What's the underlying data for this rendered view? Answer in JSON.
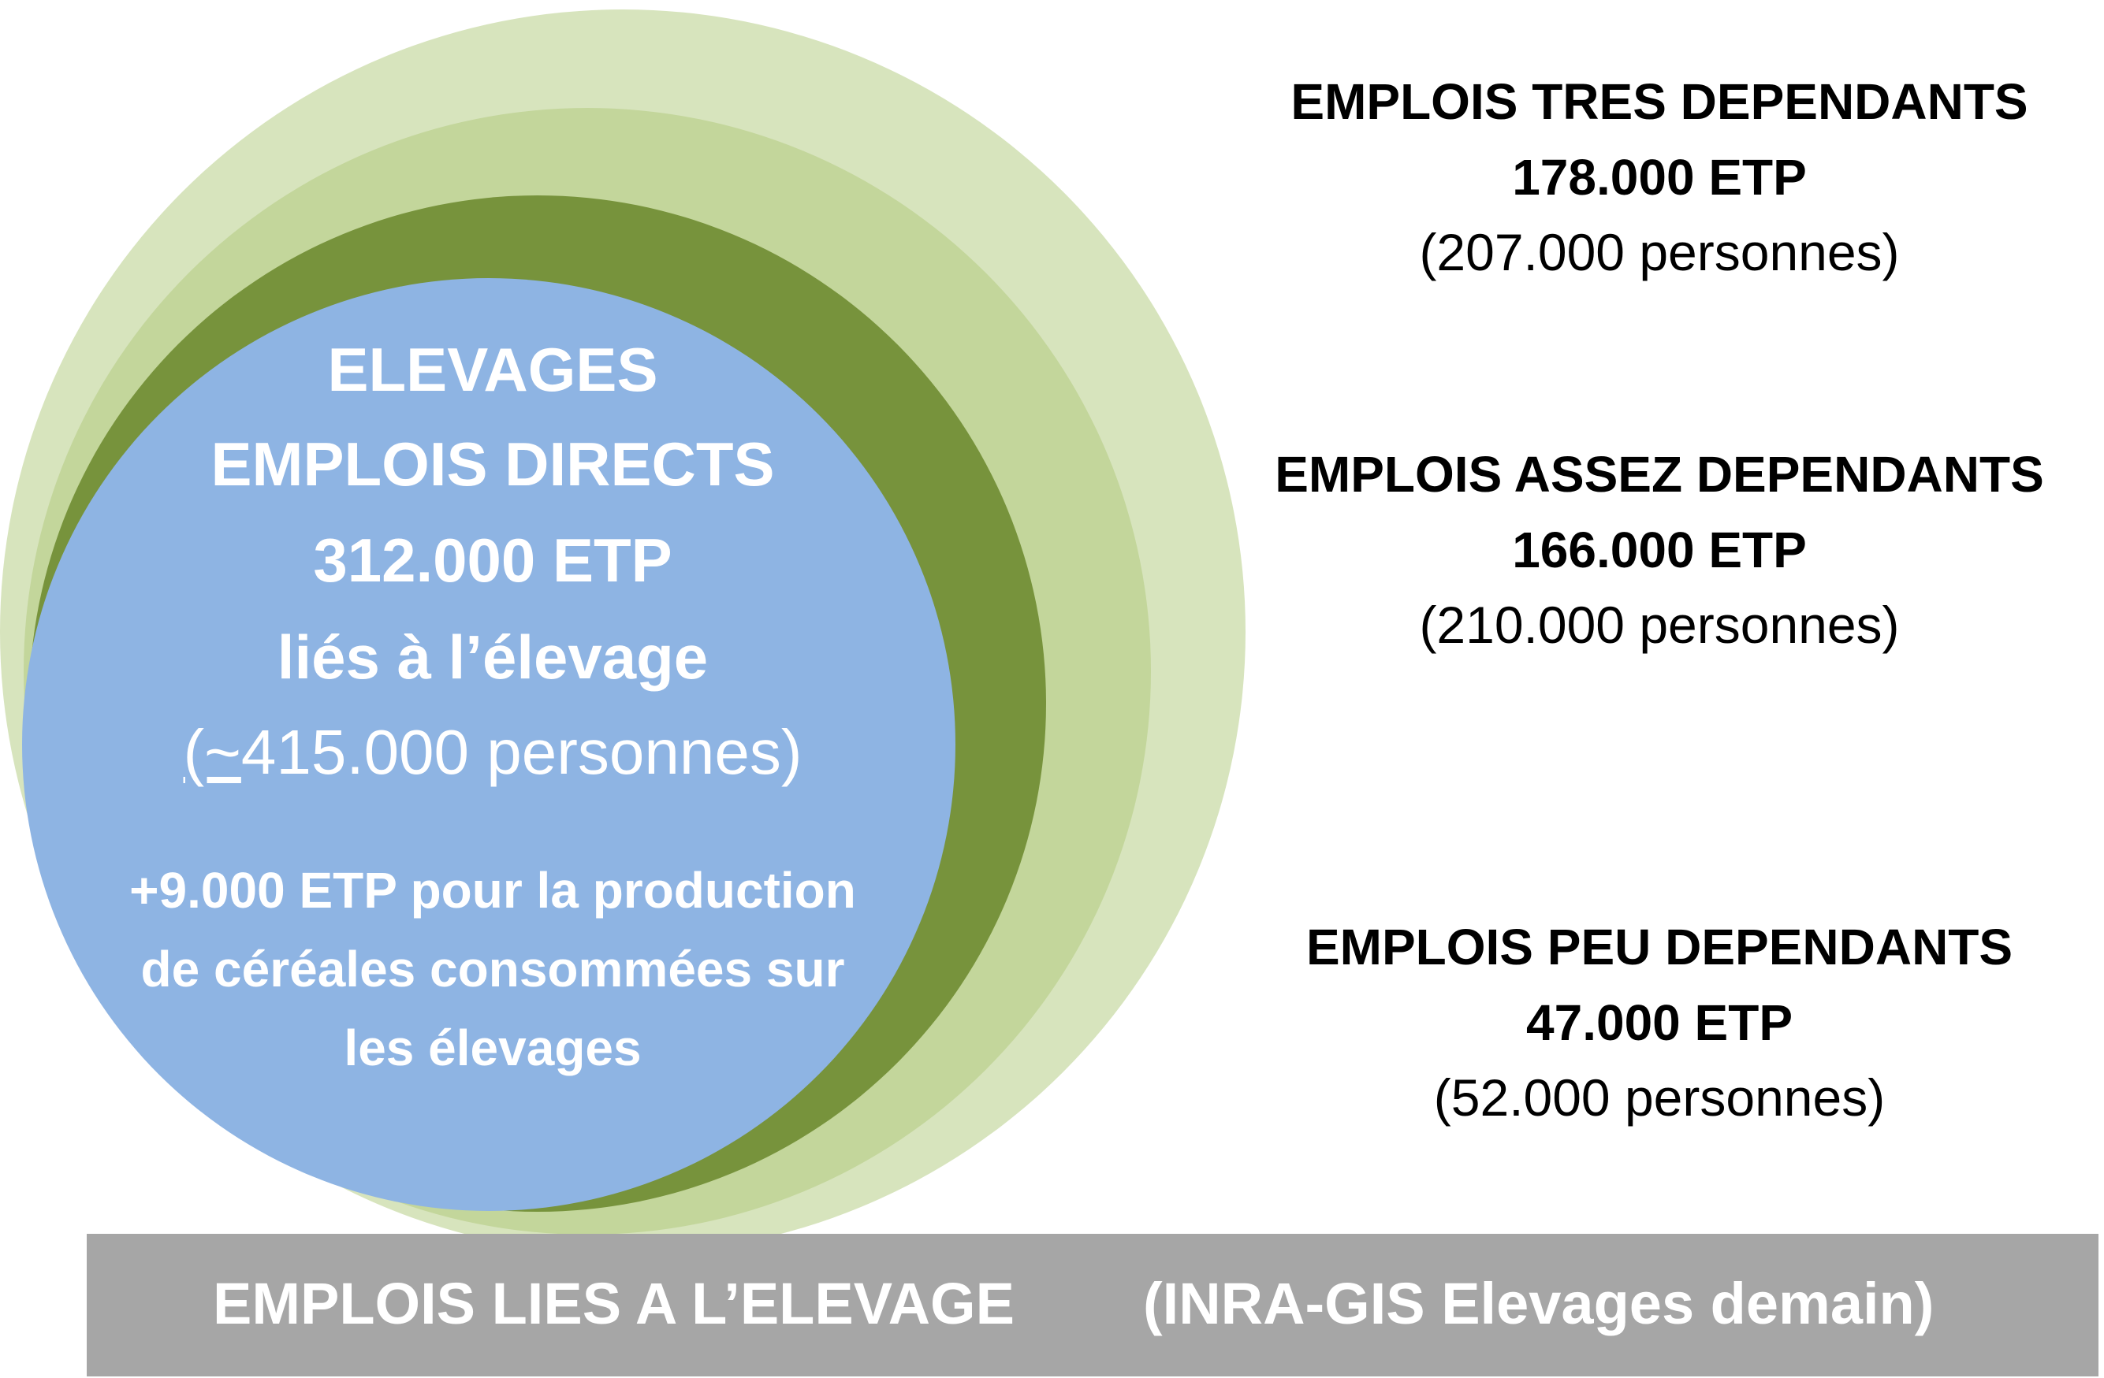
{
  "center": {
    "title1": "ELEVAGES",
    "title2": "EMPLOIS DIRECTS",
    "etp": "312.000 ETP",
    "lies": "liés à l’élevage",
    "pers_tilde": "(~",
    "pers_rest": "415.000 personnes)",
    "note1": "+9.000 ETP pour la production",
    "note2": "de céréales consommées sur",
    "note3": "les élevages"
  },
  "groups": [
    {
      "title": "EMPLOIS TRES DEPENDANTS",
      "etp": "178.000 ETP",
      "personnes": "(207.000 personnes)"
    },
    {
      "title": "EMPLOIS ASSEZ DEPENDANTS",
      "etp": "166.000 ETP",
      "personnes": "(210.000 personnes)"
    },
    {
      "title": "EMPLOIS PEU DEPENDANTS",
      "etp": "47.000 ETP",
      "personnes": "(52.000 personnes)"
    }
  ],
  "footer": {
    "left": "EMPLOIS LIES A L’ELEVAGE",
    "right": "(INRA-GIS Elevages demain)"
  },
  "colors": {
    "outer_circle": "#d7e4bd",
    "middle_circle": "#c3d69b",
    "inner_ring": "#77933c",
    "core_circle": "#8eb4e3",
    "footer_bar": "#a6a6a6"
  }
}
